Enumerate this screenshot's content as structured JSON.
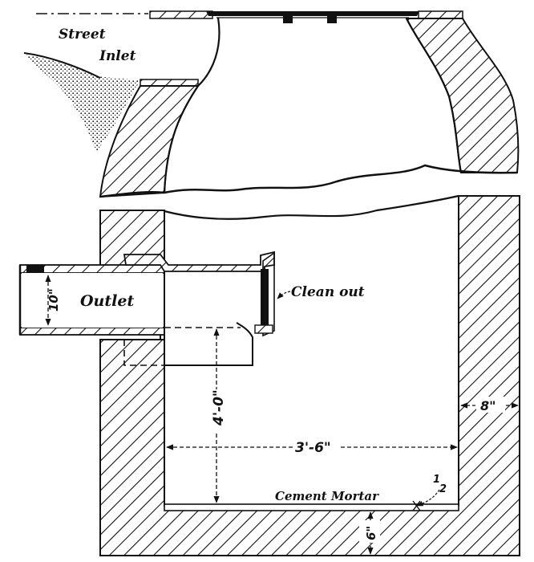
{
  "labels": {
    "street_inlet_line1": "Street",
    "street_inlet_line2": "Inlet",
    "outlet": "Outlet",
    "clean_out": "Clean out",
    "cement_mortar": "Cement Mortar"
  },
  "dimensions": {
    "pipe_diameter": "10\"",
    "depth": "4'-0\"",
    "width": "3'-6\"",
    "wall_thickness": "8\"",
    "floor_thickness": "6\"",
    "mortar_thickness_num": "1",
    "mortar_thickness_den": "2"
  },
  "colors": {
    "ink": "#111111",
    "paper": "#ffffff"
  }
}
